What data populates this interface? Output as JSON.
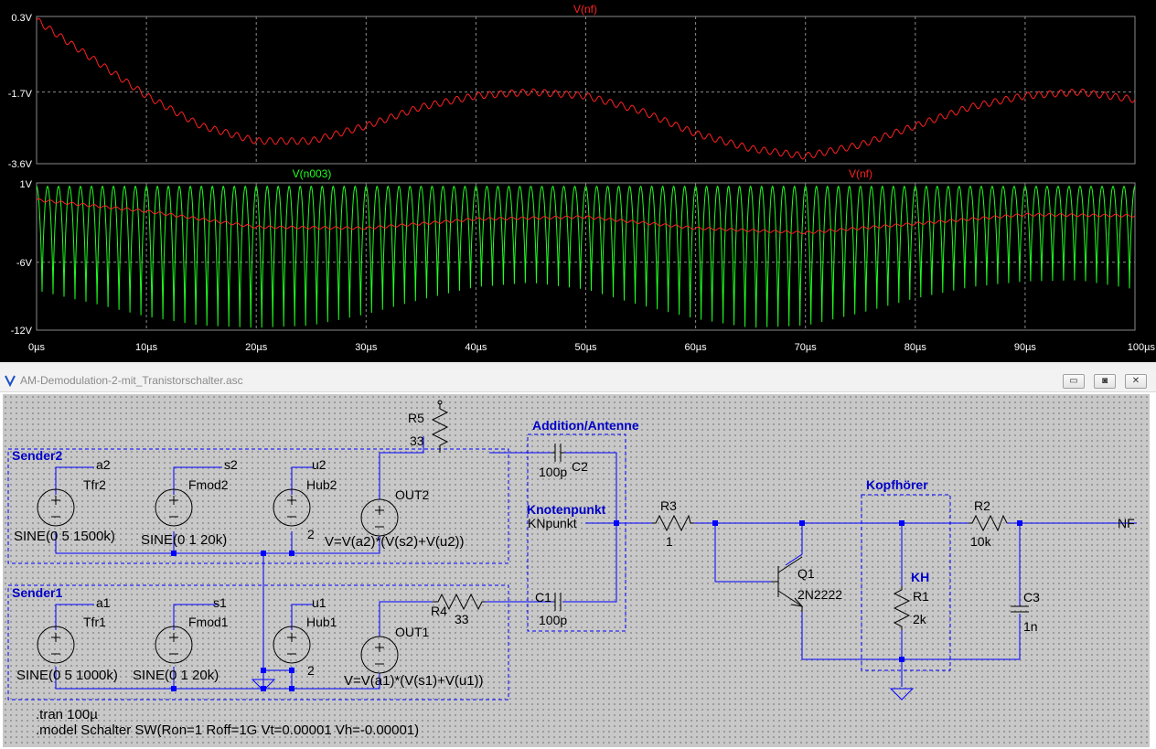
{
  "plot": {
    "top_trace_label": "V(nf)",
    "bottom_trace_labels": [
      "V(n003)",
      "V(nf)"
    ],
    "colors": {
      "nf": "#ff2020",
      "n003": "#20ff20",
      "background": "#000000",
      "grid": "#8a8a8a",
      "axis_text": "#ffffff"
    },
    "top_pane": {
      "yticks": [
        "0.3V",
        "-1.7V",
        "-3.6V"
      ]
    },
    "bottom_pane": {
      "yticks": [
        "1V",
        "-6V",
        "-12V"
      ]
    },
    "xticks": [
      "0µs",
      "10µs",
      "20µs",
      "30µs",
      "40µs",
      "50µs",
      "60µs",
      "70µs",
      "80µs",
      "90µs",
      "100µs"
    ]
  },
  "chart_data": [
    {
      "type": "line",
      "title": "V(nf)",
      "x_unit": "µs",
      "xlim": [
        0,
        100
      ],
      "ylim": [
        -3.6,
        0.3
      ],
      "yticks": [
        0.3,
        -1.7,
        -3.6
      ],
      "grid": true,
      "series": [
        {
          "name": "V(nf)",
          "color": "#ff2020",
          "x": [
            0,
            5,
            10,
            15,
            20,
            25,
            30,
            35,
            40,
            45,
            50,
            55,
            60,
            65,
            70,
            75,
            80,
            85,
            90,
            95,
            100
          ],
          "y": [
            0.2,
            -0.8,
            -1.8,
            -2.6,
            -3.0,
            -3.0,
            -2.6,
            -2.1,
            -1.8,
            -1.7,
            -1.8,
            -2.2,
            -2.8,
            -3.2,
            -3.4,
            -3.1,
            -2.6,
            -2.1,
            -1.8,
            -1.7,
            -1.9
          ]
        }
      ]
    },
    {
      "type": "line",
      "x_unit": "µs",
      "xlim": [
        0,
        100
      ],
      "ylim": [
        -12,
        1
      ],
      "yticks": [
        1,
        -6,
        -12
      ],
      "grid": true,
      "series": [
        {
          "name": "V(n003)",
          "color": "#20ff20",
          "carrier_cycles": 100,
          "max": 0.7,
          "x": [
            0,
            5,
            10,
            15,
            20,
            25,
            30,
            35,
            40,
            45,
            50,
            55,
            60,
            65,
            70,
            75,
            80,
            85,
            90,
            95,
            100
          ],
          "min": [
            -8.5,
            -9.6,
            -10.8,
            -11.6,
            -11.8,
            -11.6,
            -10.6,
            -9.3,
            -8.2,
            -7.8,
            -8.4,
            -9.8,
            -11.0,
            -11.8,
            -11.6,
            -10.5,
            -9.2,
            -8.2,
            -7.7,
            -7.6,
            -8.4
          ]
        },
        {
          "name": "V(nf)",
          "color": "#ff2020",
          "x": [
            0,
            10,
            20,
            30,
            40,
            50,
            60,
            70,
            80,
            90,
            100
          ],
          "y": [
            -0.5,
            -1.5,
            -2.9,
            -3.0,
            -2.2,
            -2.0,
            -3.0,
            -3.4,
            -2.6,
            -1.8,
            -1.9
          ]
        }
      ]
    }
  ],
  "schematic": {
    "window_title": "AM-Demodulation-2-mit_Tranistorschalter.asc",
    "window_buttons": [
      "▭",
      "◙",
      "✕"
    ],
    "groups": {
      "sender2": "Sender2",
      "sender1": "Sender1",
      "addition": "Addition/Antenne",
      "knotenpunkt": "Knotenpunkt",
      "kopfhoerer": "Kopfhörer",
      "kh": "KH"
    },
    "sources": {
      "tfr2": {
        "name": "Tfr2",
        "value": "SINE(0 5 1500k)",
        "net": "a2"
      },
      "fmod2": {
        "name": "Fmod2",
        "value": "SINE(0 1 20k)",
        "net": "s2"
      },
      "hub2": {
        "name": "Hub2",
        "value": "2",
        "net": "u2"
      },
      "out2": {
        "name": "OUT2",
        "value": "V=V(a2)*(V(s2)+V(u2))"
      },
      "tfr1": {
        "name": "Tfr1",
        "value": "SINE(0 5 1000k)",
        "net": "a1"
      },
      "fmod1": {
        "name": "Fmod1",
        "value": "SINE(0 1 20k)",
        "net": "s1"
      },
      "hub1": {
        "name": "Hub1",
        "value": "2",
        "net": "u1"
      },
      "out1": {
        "name": "OUT1",
        "value": "V=V(a1)*(V(s1)+V(u1))"
      }
    },
    "parts": {
      "r5": {
        "name": "R5",
        "value": "33"
      },
      "r4": {
        "name": "R4",
        "value": "33"
      },
      "c2": {
        "name": "C2",
        "value": "100p"
      },
      "c1": {
        "name": "C1",
        "value": "100p"
      },
      "r3": {
        "name": "R3",
        "value": "1"
      },
      "q1": {
        "name": "Q1",
        "value": "2N2222"
      },
      "r1": {
        "name": "R1",
        "value": "2k"
      },
      "r2": {
        "name": "R2",
        "value": "10k"
      },
      "c3": {
        "name": "C3",
        "value": "1n"
      }
    },
    "nets": {
      "knpunkt": "KNpunkt",
      "nf": "NF"
    },
    "directives": [
      ".tran 100µ",
      ".model Schalter SW(Ron=1 Roff=1G Vt=0.00001 Vh=-0.00001)"
    ],
    "colors": {
      "wire": "#0000ff",
      "text": "#000000",
      "label": "#0000c8",
      "junction": "#0000ff"
    }
  }
}
